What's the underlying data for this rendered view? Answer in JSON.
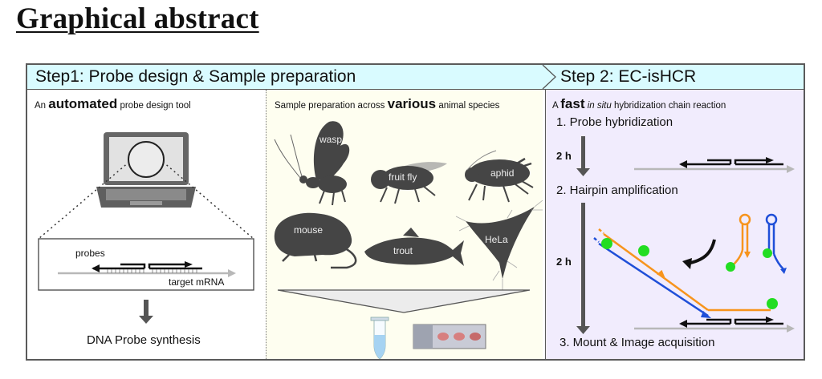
{
  "title": "Graphical abstract",
  "header": {
    "step1": "Step1: Probe design & Sample preparation",
    "step2": "Step 2: EC-isHCR"
  },
  "colors": {
    "header_bg": "#d9fbff",
    "panel_sample_bg": "#fefef0",
    "panel_hcr_bg": "#f1ecfd",
    "silhouette": "#454545",
    "hairpin_orange": "#f7941d",
    "hairpin_blue": "#1f4fd8",
    "fluorophore_green": "#22dd22"
  },
  "panel_design": {
    "subtitle_pre": "An",
    "subtitle_bold": "automated",
    "subtitle_post": "probe design tool",
    "probes_label": "probes",
    "target_label": "target mRNA",
    "output_label": "DNA Probe synthesis"
  },
  "panel_samples": {
    "subtitle_pre": "Sample preparation across",
    "subtitle_bold": "various",
    "subtitle_post": "animal species",
    "species": [
      "wasp",
      "fruit fly",
      "aphid",
      "mouse",
      "trout",
      "HeLa"
    ]
  },
  "panel_hcr": {
    "subtitle_pre": "A",
    "subtitle_bold": "fast",
    "subtitle_italic": "in situ",
    "subtitle_post": "hybridization chain reaction",
    "steps": [
      "1. Probe hybridization",
      "2. Hairpin amplification",
      "3. Mount & Image acquisition"
    ],
    "durations": [
      "2 h",
      "2 h"
    ]
  }
}
